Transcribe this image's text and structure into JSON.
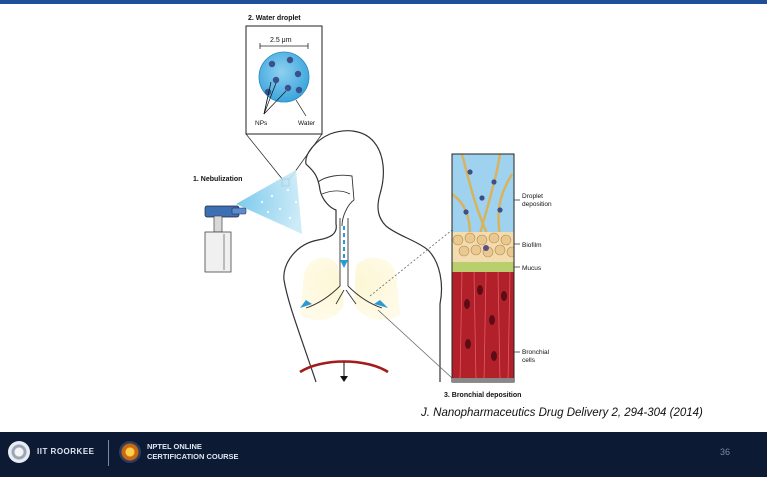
{
  "diagram": {
    "water_droplet_title": "2. Water droplet",
    "droplet_size": "2.5 μm",
    "nps_label": "NPs",
    "water_label": "Water",
    "nebulization_label": "1. Nebulization",
    "droplet_deposition_label": [
      "Droplet",
      "deposition"
    ],
    "biofilm_label": "Biofilm",
    "mucus_label": "Mucus",
    "bronchial_cells_label": [
      "Bronchial",
      "cells"
    ],
    "bronchial_deposition_label": "3. Bronchial deposition"
  },
  "citation": "J. Nanopharmaceutics Drug Delivery 2, 294-304 (2014)",
  "footer": {
    "iit_text": "IIT ROORKEE",
    "nptel_line1": "NPTEL ONLINE",
    "nptel_line2": "CERTIFICATION COURSE",
    "page_number": "36"
  }
}
